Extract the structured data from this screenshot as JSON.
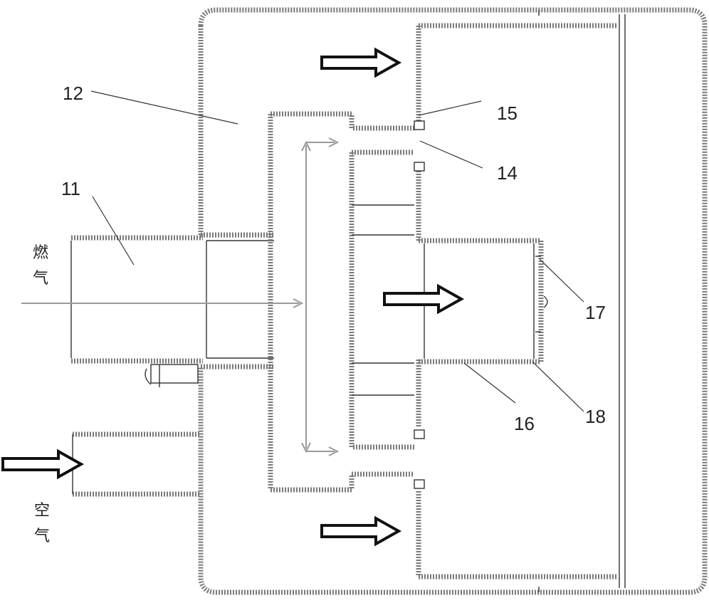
{
  "labels": {
    "l11": "11",
    "l12": "12",
    "l14": "14",
    "l15": "15",
    "l16": "16",
    "l17": "17",
    "l18": "18"
  },
  "inlets": {
    "gas_char1": "燃",
    "gas_char2": "气",
    "air_char1": "空",
    "air_char2": "气"
  },
  "colors": {
    "wall": "#7a7a7a",
    "line": "#333333",
    "gray_arrow": "#9a9a9a"
  }
}
